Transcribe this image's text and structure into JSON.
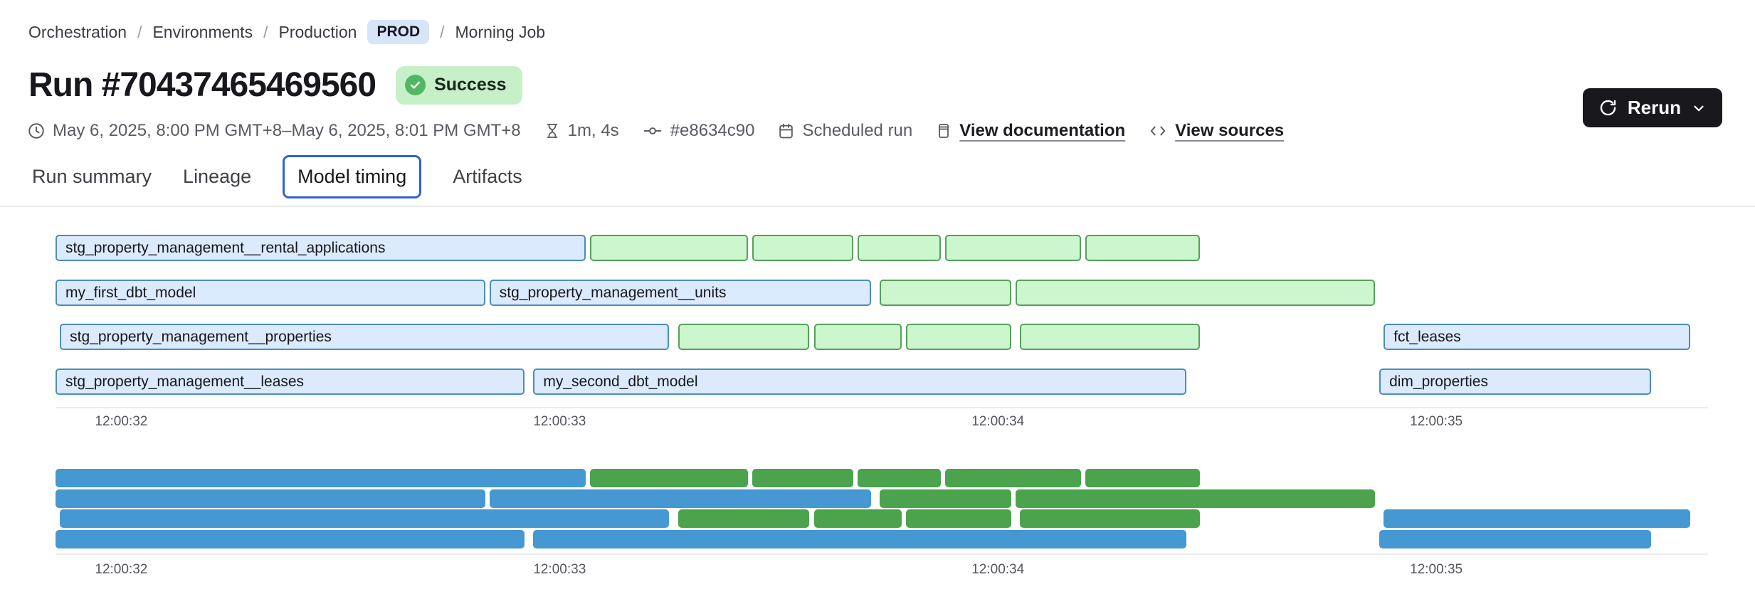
{
  "breadcrumb": {
    "items": [
      "Orchestration",
      "Environments",
      "Production"
    ],
    "env_badge": "PROD",
    "current": "Morning Job",
    "separator": "/"
  },
  "header": {
    "title": "Run #70437465469560",
    "status": "Success",
    "rerun_label": "Rerun"
  },
  "meta": {
    "time_range": "May 6, 2025, 8:00 PM GMT+8–May 6, 2025, 8:01 PM GMT+8",
    "duration": "1m, 4s",
    "commit": "#e8634c90",
    "trigger": "Scheduled run",
    "documentation_link": "View documentation",
    "sources_link": "View sources"
  },
  "tabs": {
    "items": [
      "Run summary",
      "Lineage",
      "Model timing",
      "Artifacts"
    ],
    "selected": "Model timing"
  },
  "colors": {
    "model_fill": "#dbeafc",
    "model_border": "#4a8cc0",
    "test_fill": "#ccf6cd",
    "test_border": "#55a15a",
    "minimap_model": "#4598d2",
    "minimap_test": "#4ba44d",
    "success_badge": "#c7efc8",
    "success_dot": "#50b862",
    "env_badge": "#d7e5fb",
    "selected_tab": "#2e63d2",
    "rerun_bg": "#18181d"
  },
  "chart_data": {
    "type": "gantt",
    "axis": {
      "t_min": 31.85,
      "t_max": 35.62,
      "ticks": [
        {
          "t": 32,
          "label": "12:00:32"
        },
        {
          "t": 33,
          "label": "12:00:33"
        },
        {
          "t": 34,
          "label": "12:00:34"
        },
        {
          "t": 35,
          "label": "12:00:35"
        }
      ]
    },
    "rows": [
      {
        "bars": [
          {
            "label": "stg_property_management__rental_applications",
            "start": 31.85,
            "end": 33.06,
            "color": "blue"
          },
          {
            "label": "",
            "start": 33.07,
            "end": 33.43,
            "color": "green"
          },
          {
            "label": "",
            "start": 33.44,
            "end": 33.67,
            "color": "green"
          },
          {
            "label": "",
            "start": 33.68,
            "end": 33.87,
            "color": "green"
          },
          {
            "label": "",
            "start": 33.88,
            "end": 34.19,
            "color": "green"
          },
          {
            "label": "",
            "start": 34.2,
            "end": 34.46,
            "color": "green"
          }
        ]
      },
      {
        "bars": [
          {
            "label": "my_first_dbt_model",
            "start": 31.85,
            "end": 32.83,
            "color": "blue"
          },
          {
            "label": "stg_property_management__units",
            "start": 32.84,
            "end": 33.71,
            "color": "blue"
          },
          {
            "label": "",
            "start": 33.73,
            "end": 34.03,
            "color": "green"
          },
          {
            "label": "",
            "start": 34.04,
            "end": 34.86,
            "color": "green"
          }
        ]
      },
      {
        "bars": [
          {
            "label": "stg_property_management__properties",
            "start": 31.86,
            "end": 33.25,
            "color": "blue"
          },
          {
            "label": "",
            "start": 33.27,
            "end": 33.57,
            "color": "green"
          },
          {
            "label": "",
            "start": 33.58,
            "end": 33.78,
            "color": "green"
          },
          {
            "label": "",
            "start": 33.79,
            "end": 34.03,
            "color": "green"
          },
          {
            "label": "",
            "start": 34.05,
            "end": 34.46,
            "color": "green"
          },
          {
            "label": "fct_leases",
            "start": 34.88,
            "end": 35.58,
            "color": "blue"
          }
        ]
      },
      {
        "bars": [
          {
            "label": "stg_property_management__leases",
            "start": 31.85,
            "end": 32.92,
            "color": "blue"
          },
          {
            "label": "my_second_dbt_model",
            "start": 32.94,
            "end": 34.43,
            "color": "blue"
          },
          {
            "label": "dim_properties",
            "start": 34.87,
            "end": 35.49,
            "color": "blue"
          }
        ]
      }
    ]
  }
}
